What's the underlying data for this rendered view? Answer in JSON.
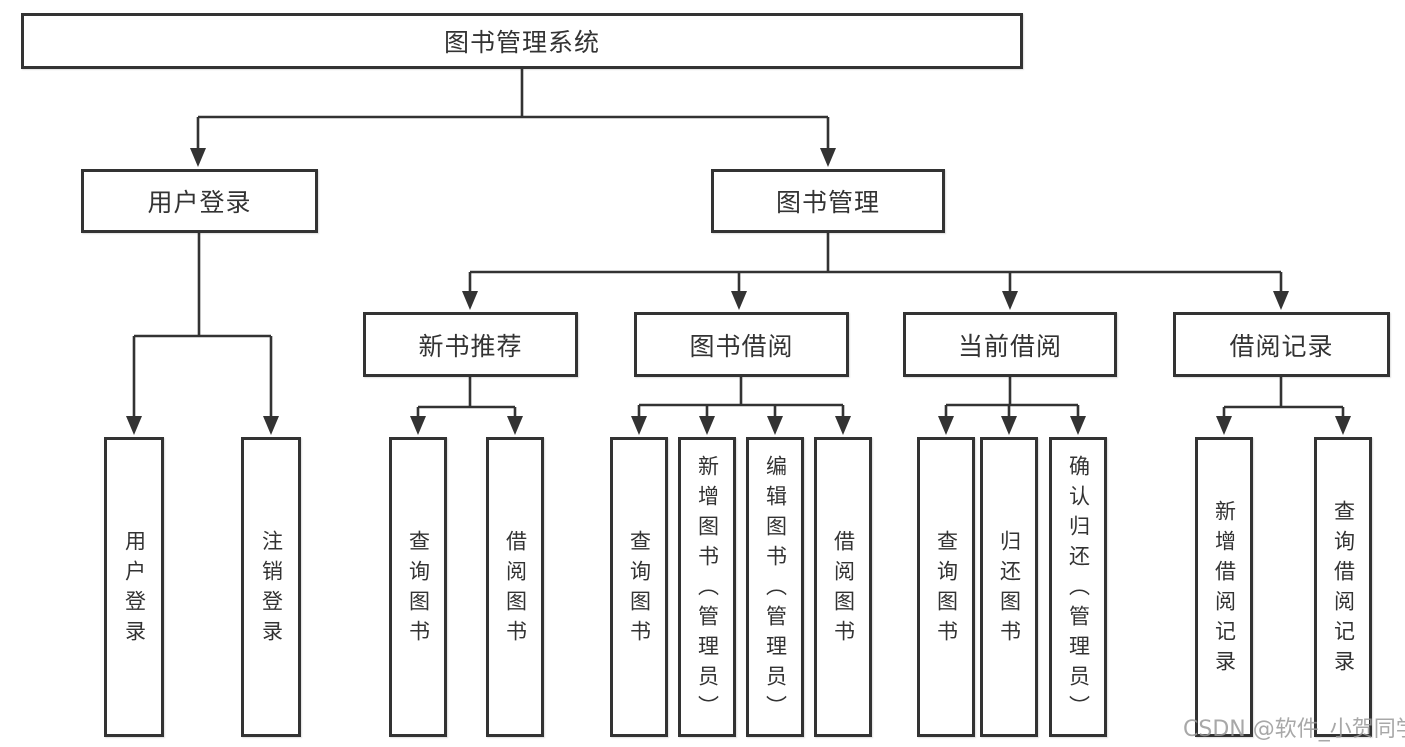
{
  "tree": {
    "root": "图书管理系统",
    "user_login": {
      "label": "用户登录",
      "children": [
        "用户登录",
        "注销登录"
      ]
    },
    "book_mgmt": {
      "label": "图书管理",
      "groups": [
        {
          "label": "新书推荐",
          "children": [
            "查询图书",
            "借阅图书"
          ]
        },
        {
          "label": "图书借阅",
          "children": [
            "查询图书",
            "新增图书（管理员）",
            "编辑图书（管理员）",
            "借阅图书"
          ]
        },
        {
          "label": "当前借阅",
          "children": [
            "查询图书",
            "归还图书",
            "确认归还（管理员）"
          ]
        },
        {
          "label": "借阅记录",
          "children": [
            "新增借阅记录",
            "查询借阅记录"
          ]
        }
      ]
    }
  },
  "watermark": "CSDN @软件_小贺同学",
  "colors": {
    "line": "#333333",
    "text": "#333333",
    "watermark": "#999999",
    "background": "#ffffff"
  }
}
